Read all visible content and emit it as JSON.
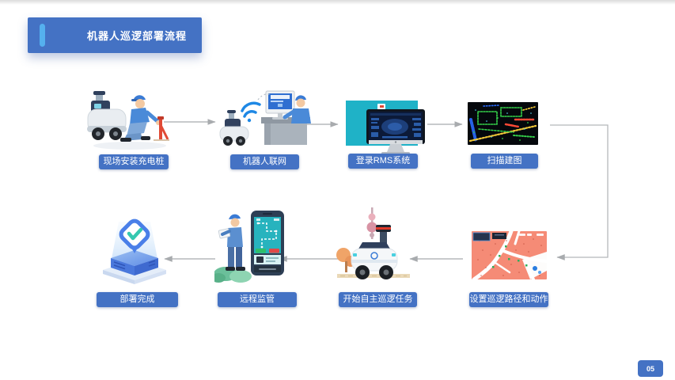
{
  "slide": {
    "title": "机器人巡逻部署流程",
    "page_number": "05",
    "colors": {
      "accent_blue": "#4472c4",
      "accent_light_blue": "#55b0ee",
      "arrow_gray": "#a8abae",
      "teal_panel": "#1fb2c7",
      "background": "#ffffff"
    },
    "steps": [
      {
        "label": "现场安装充电桩",
        "icon": "worker-installing-charging-pile"
      },
      {
        "label": "机器人联网",
        "icon": "robot-wifi-networking"
      },
      {
        "label": "登录RMS系统",
        "icon": "rms-system-monitor"
      },
      {
        "label": "扫描建图",
        "icon": "lidar-point-cloud-map"
      },
      {
        "label": "设置巡逻路径和动作",
        "icon": "patrol-route-map"
      },
      {
        "label": "开始自主巡逻任务",
        "icon": "patrol-robot-city"
      },
      {
        "label": "远程监管",
        "icon": "remote-monitoring-phone"
      },
      {
        "label": "部署完成",
        "icon": "deployment-complete-platform"
      }
    ]
  }
}
